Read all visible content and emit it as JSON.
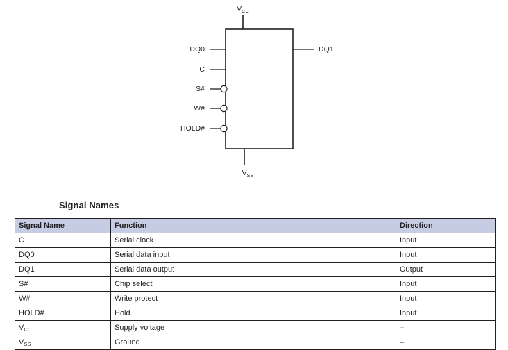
{
  "diagram": {
    "name": "logic-symbol-diagram",
    "top_rail": {
      "label": "V",
      "subscript": "CC"
    },
    "bottom_rail": {
      "label": "V",
      "subscript": "SS"
    },
    "left_pins": [
      {
        "label": "DQ0",
        "inverted": false
      },
      {
        "label": "C",
        "inverted": false
      },
      {
        "label": "S#",
        "inverted": true
      },
      {
        "label": "W#",
        "inverted": true
      },
      {
        "label": "HOLD#",
        "inverted": true
      }
    ],
    "right_pins": [
      {
        "label": "DQ1",
        "inverted": false
      }
    ]
  },
  "section": {
    "heading": "Signal Names"
  },
  "table": {
    "columns": [
      "Signal Name",
      "Function",
      "Direction"
    ],
    "rows": [
      {
        "signal": "C",
        "signal_sub": "",
        "function": "Serial clock",
        "direction": "Input"
      },
      {
        "signal": "DQ0",
        "signal_sub": "",
        "function": "Serial data input",
        "direction": "Input"
      },
      {
        "signal": "DQ1",
        "signal_sub": "",
        "function": "Serial data output",
        "direction": "Output"
      },
      {
        "signal": "S#",
        "signal_sub": "",
        "function": "Chip select",
        "direction": "Input"
      },
      {
        "signal": "W#",
        "signal_sub": "",
        "function": "Write protect",
        "direction": "Input"
      },
      {
        "signal": "HOLD#",
        "signal_sub": "",
        "function": "Hold",
        "direction": "Input"
      },
      {
        "signal": "V",
        "signal_sub": "CC",
        "function": "Supply voltage",
        "direction": "–"
      },
      {
        "signal": "V",
        "signal_sub": "SS",
        "function": "Ground",
        "direction": "–"
      }
    ]
  },
  "colors": {
    "header_fill": "#c5cce4",
    "line": "#231f20",
    "text": "#231f20"
  }
}
